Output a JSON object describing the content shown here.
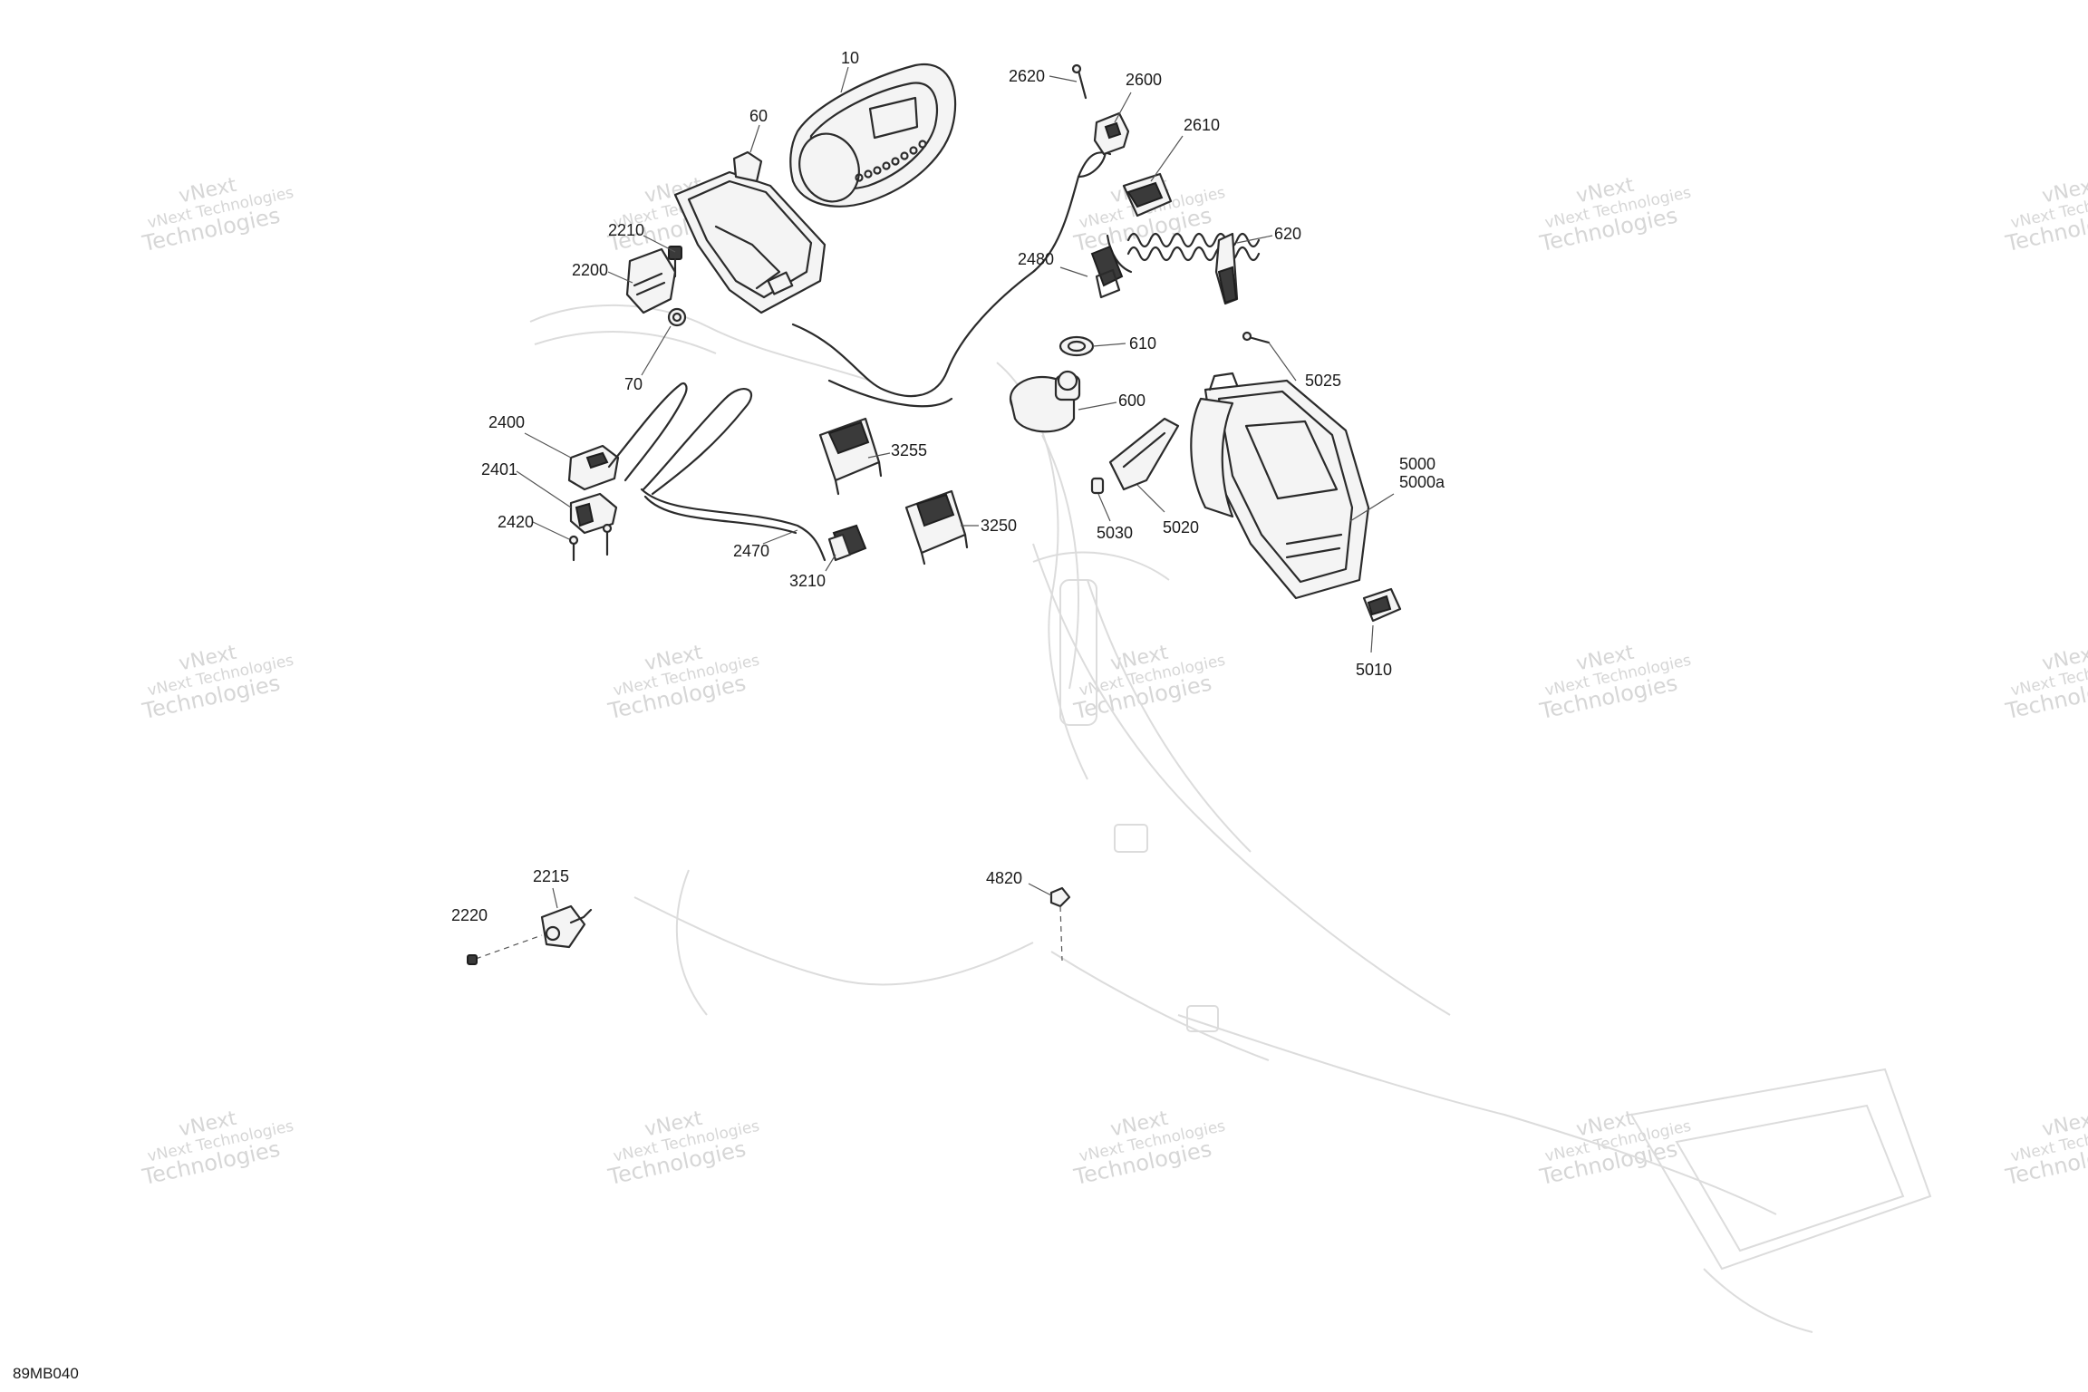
{
  "figure_code": "89MB040",
  "watermark": {
    "line1": "vNext",
    "line2": "vNext Technologies",
    "line3": "Technologies"
  },
  "callouts": {
    "c10": "10",
    "c60": "60",
    "c70": "70",
    "c2200": "2200",
    "c2210": "2210",
    "c2215": "2215",
    "c2220": "2220",
    "c2400": "2400",
    "c2401": "2401",
    "c2420": "2420",
    "c2470": "2470",
    "c2480": "2480",
    "c2600": "2600",
    "c2610": "2610",
    "c2620": "2620",
    "c600": "600",
    "c610": "610",
    "c620": "620",
    "c3210": "3210",
    "c3250": "3250",
    "c3255": "3255",
    "c4820": "4820",
    "c5000": "5000",
    "c5000a": "5000a",
    "c5010": "5010",
    "c5020": "5020",
    "c5025": "5025",
    "c5030": "5030"
  }
}
